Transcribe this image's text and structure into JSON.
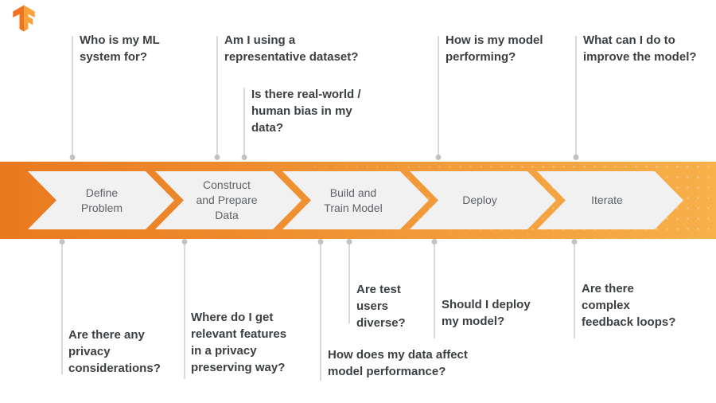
{
  "brand": {
    "name": "TensorFlow",
    "logo": "tensorflow-logo",
    "logo_colors": {
      "dark": "#EE7420",
      "light": "#F9A13B"
    }
  },
  "pipeline": {
    "band_colors": {
      "left": "#E9791F",
      "right": "#F7B04A"
    },
    "chevron_fill": "#F1F1F1",
    "label_color": "#5F6368",
    "stages": [
      {
        "label": "Define\nProblem"
      },
      {
        "label": "Construct\nand Prepare\nData"
      },
      {
        "label": "Build and\nTrain Model"
      },
      {
        "label": "Deploy"
      },
      {
        "label": "Iterate"
      }
    ]
  },
  "questions": {
    "text_color": "#3C4043",
    "connector_color": "#D9D9D9",
    "top": [
      {
        "text": "Who is my ML\nsystem for?"
      },
      {
        "text": "Am I using a\nrepresentative dataset?"
      },
      {
        "text": "Is there real-world /\nhuman bias in my\ndata?"
      },
      {
        "text": "How is my model\nperforming?"
      },
      {
        "text": "What can I do to\nimprove the model?"
      }
    ],
    "bottom": [
      {
        "text": "Are there any\nprivacy\nconsiderations?"
      },
      {
        "text": "Where do I get\nrelevant features\nin a privacy\npreserving way?"
      },
      {
        "text": "Are test\nusers\ndiverse?"
      },
      {
        "text": "How does my data affect\nmodel performance?"
      },
      {
        "text": "Should I deploy\nmy model?"
      },
      {
        "text": "Are there\ncomplex\nfeedback loops?"
      }
    ]
  }
}
